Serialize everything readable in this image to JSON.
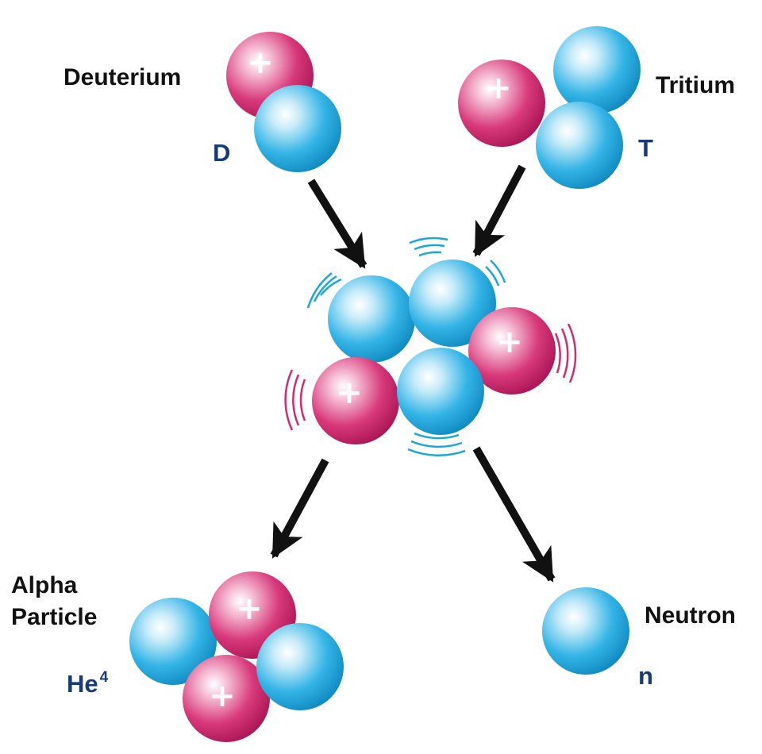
{
  "labels": {
    "deuterium": "Deuterium",
    "deuterium_symbol": "D",
    "tritium": "Tritium",
    "tritium_symbol": "T",
    "alpha_line1": "Alpha",
    "alpha_line2": "Particle",
    "helium_symbol": "He",
    "helium_mass_number": "4",
    "neutron": "Neutron",
    "neutron_symbol": "n",
    "proton_sign": "+"
  },
  "colors": {
    "proton": "#d22a6e",
    "neutron": "#1aa6dd",
    "arrow": "#111111",
    "symbol_text": "#163a7a"
  }
}
